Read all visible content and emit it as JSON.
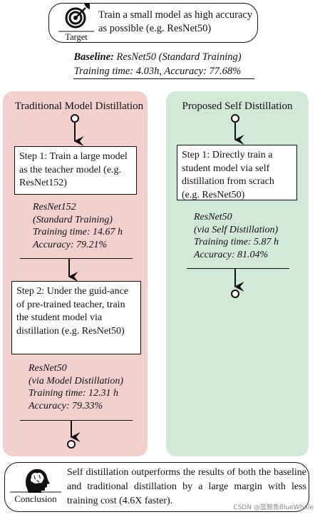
{
  "target": {
    "label": "Target",
    "text": "Train a small model  as high accuracy as possible (e.g. ResNet50)",
    "icon": "target-icon"
  },
  "baseline": {
    "line1_bold": "Baseline:",
    "line1_rest": " ResNet50 (Standard Training)",
    "line2": "Training time: 4.03h, Accuracy: 77.68%"
  },
  "traditional": {
    "title": "Traditional Model Distillation",
    "color": "#f1d0cd",
    "step1": "Step 1: Train a large model as the teacher model (e.g. ResNet152)",
    "result1": [
      "ResNet152",
      "(Standard Training)",
      "Training time: 14.67 h",
      "Accuracy: 79.21%"
    ],
    "step2": "Step 2: Under the guid-ance of pre-trained teacher, train the student model via distillation (e.g. ResNet50)",
    "result2": [
      "ResNet50",
      "(via Model Distillation)",
      "Training time: 12.31 h",
      "Accuracy: 79.33%"
    ]
  },
  "proposed": {
    "title": "Proposed Self Distillation",
    "color": "#d2e8d9",
    "step1": "Step 1: Directly train a student model via self distillation from scrach (e.g. ResNet50)",
    "result1": [
      "ResNet50",
      "(via Self Distillation)",
      "Training time: 5.87 h",
      "Accuracy: 81.04%"
    ]
  },
  "conclusion": {
    "label": "Conclusion",
    "text": "Self distillation outperforms the results of both the baseline and traditional distillation by a large margin with less training cost (4.6X faster).",
    "icon": "head-brain-icon"
  },
  "watermark": "CSDN @蓝鲸鱼BlueWhale"
}
